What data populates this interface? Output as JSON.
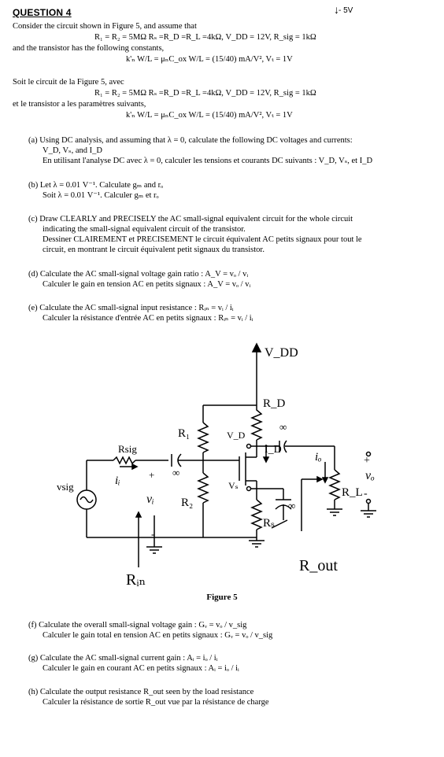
{
  "question": {
    "title": "QUESTION 4",
    "corner_note": "- 5V",
    "intro_en": "Consider the circuit shown in Figure 5, and assume that",
    "eq1_en": "R₁ = R₂ = 5MΩ   Rₛ =R_D =R_L =4kΩ,   V_DD = 12V, R_sig = 1kΩ",
    "mid_en": "and the transistor has the following constants,",
    "eq2_en": "k'ₙ W/L =  μₙC_ox W/L = (15/40) mA/V², Vₜ = 1V",
    "intro_fr": "Soit le circuit de la Figure 5, avec",
    "eq1_fr": "R₁ = R₂ = 5MΩ   Rₛ =R_D =R_L =4kΩ,   V_DD = 12V, R_sig = 1kΩ",
    "mid_fr": "et le transistor a les paramètres suivants,",
    "eq2_fr": "k'ₙ W/L =  μₙC_ox W/L = (15/40) mA/V², Vₜ = 1V"
  },
  "parts": [
    {
      "id": "a",
      "en": "(a) Using DC analysis, and assuming that λ = 0, calculate the following DC voltages and currents:",
      "en2": "V_D, Vₛ, and I_D",
      "fr": "En utilisant l'analyse DC avec λ = 0, calculer les tensions et courants DC suivants : V_D, Vₛ, et I_D"
    },
    {
      "id": "b",
      "en": "(b) Let λ = 0.01 V⁻¹. Calculate gₘ and rₒ",
      "fr": "Soit λ = 0.01 V⁻¹. Calculer gₘ et rₒ"
    },
    {
      "id": "c",
      "en": "(c) Draw CLEARLY and PRECISELY the AC small-signal equivalent circuit for the whole circuit",
      "en2": "indicating the small-signal equivalent circuit of the transistor.",
      "fr": "Dessiner CLAIREMENT et PRECISEMENT le circuit équivalent AC petits signaux pour tout le",
      "fr2": "circuit, en montrant le circuit équivalent petit signaux du transistor."
    },
    {
      "id": "d",
      "en": "(d) Calculate the AC small-signal voltage gain ratio : A_V = vₒ / vᵢ",
      "fr": "Calculer le gain en tension AC en petits signaux : A_V = vₒ / vᵢ"
    },
    {
      "id": "e",
      "en": "(e) Calculate the AC small-signal input resistance : Rᵢₙ = vᵢ / iᵢ",
      "fr": "Calculer la résistance d'entrée AC en petits signaux : Rᵢₙ = vᵢ / iᵢ"
    },
    {
      "id": "f",
      "en": "(f) Calculate the overall small-signal voltage gain : Gᵥ = vₒ / v_sig",
      "fr": "Calculer le gain total en tension AC en petits signaux : Gᵥ = vₒ / v_sig"
    },
    {
      "id": "g",
      "en": "(g) Calculate the AC small-signal current gain : Aᵢ = iₒ / iᵢ",
      "fr": "Calculer le gain en courant AC en petits signaux : Aᵢ = iₒ / iᵢ"
    },
    {
      "id": "h",
      "en": "(h) Calculate the output resistance R_out seen by the load resistance",
      "fr": "Calculer la résistance de sortie R_out vue par la résistance de charge"
    }
  ],
  "figure": {
    "caption": "Figure 5",
    "labels": {
      "vdd": "V_DD",
      "rd": "R_D",
      "r1": "R₁",
      "r2": "R₂",
      "rsig": "Rsig",
      "ii": "iᵢ",
      "vsig": "vsig",
      "vi": "vᵢ",
      "vd": "V_D",
      "id": "I_D",
      "vs": "Vₛ",
      "rs": "Rₛ",
      "io": "iₒ",
      "rl": "R_L",
      "vo": "vₒ",
      "plus": "+",
      "minus": "-",
      "inf": "∞",
      "rin": "Rᵢₙ",
      "rout": "R_out"
    }
  }
}
